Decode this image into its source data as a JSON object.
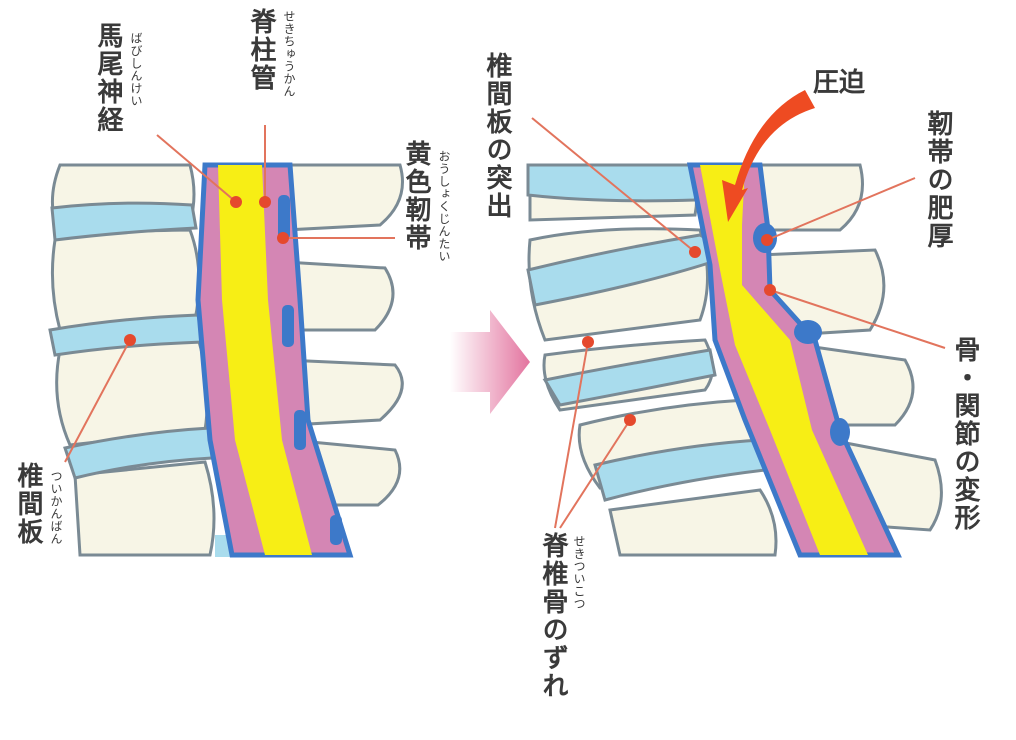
{
  "labels": {
    "cauda_equina": {
      "text": "馬尾神経",
      "ruby": "ばびしんけい"
    },
    "spinal_canal": {
      "text": "脊柱管",
      "ruby": "せきちゅうかん"
    },
    "ligamentum_flavum": {
      "text": "黄色靭帯",
      "ruby": "おうしょくじんたい"
    },
    "disc_left": {
      "text": "椎間板",
      "ruby": "ついかんばん"
    },
    "disc_protrusion": {
      "text": "椎間板の突出"
    },
    "compression": {
      "text": "圧迫"
    },
    "ligament_thickening": {
      "text": "靭帯の肥厚"
    },
    "bone_joint_deformation": {
      "text": "骨・関節の変形"
    },
    "spondylolisthesis": {
      "text": "脊椎骨のずれ",
      "ruby": "せきついこつ"
    }
  },
  "colors": {
    "vertebra": "#f7f5e6",
    "disc": "#a9dced",
    "nerve": "#f7ee15",
    "canal": "#d486b4",
    "ligament": "#3d79c9",
    "outline": "#7a8a94",
    "leader": "#e2745d",
    "dot": "#e5492d",
    "compression_arrow": "#ee4b22",
    "transition_arrow": "#e3749f"
  }
}
